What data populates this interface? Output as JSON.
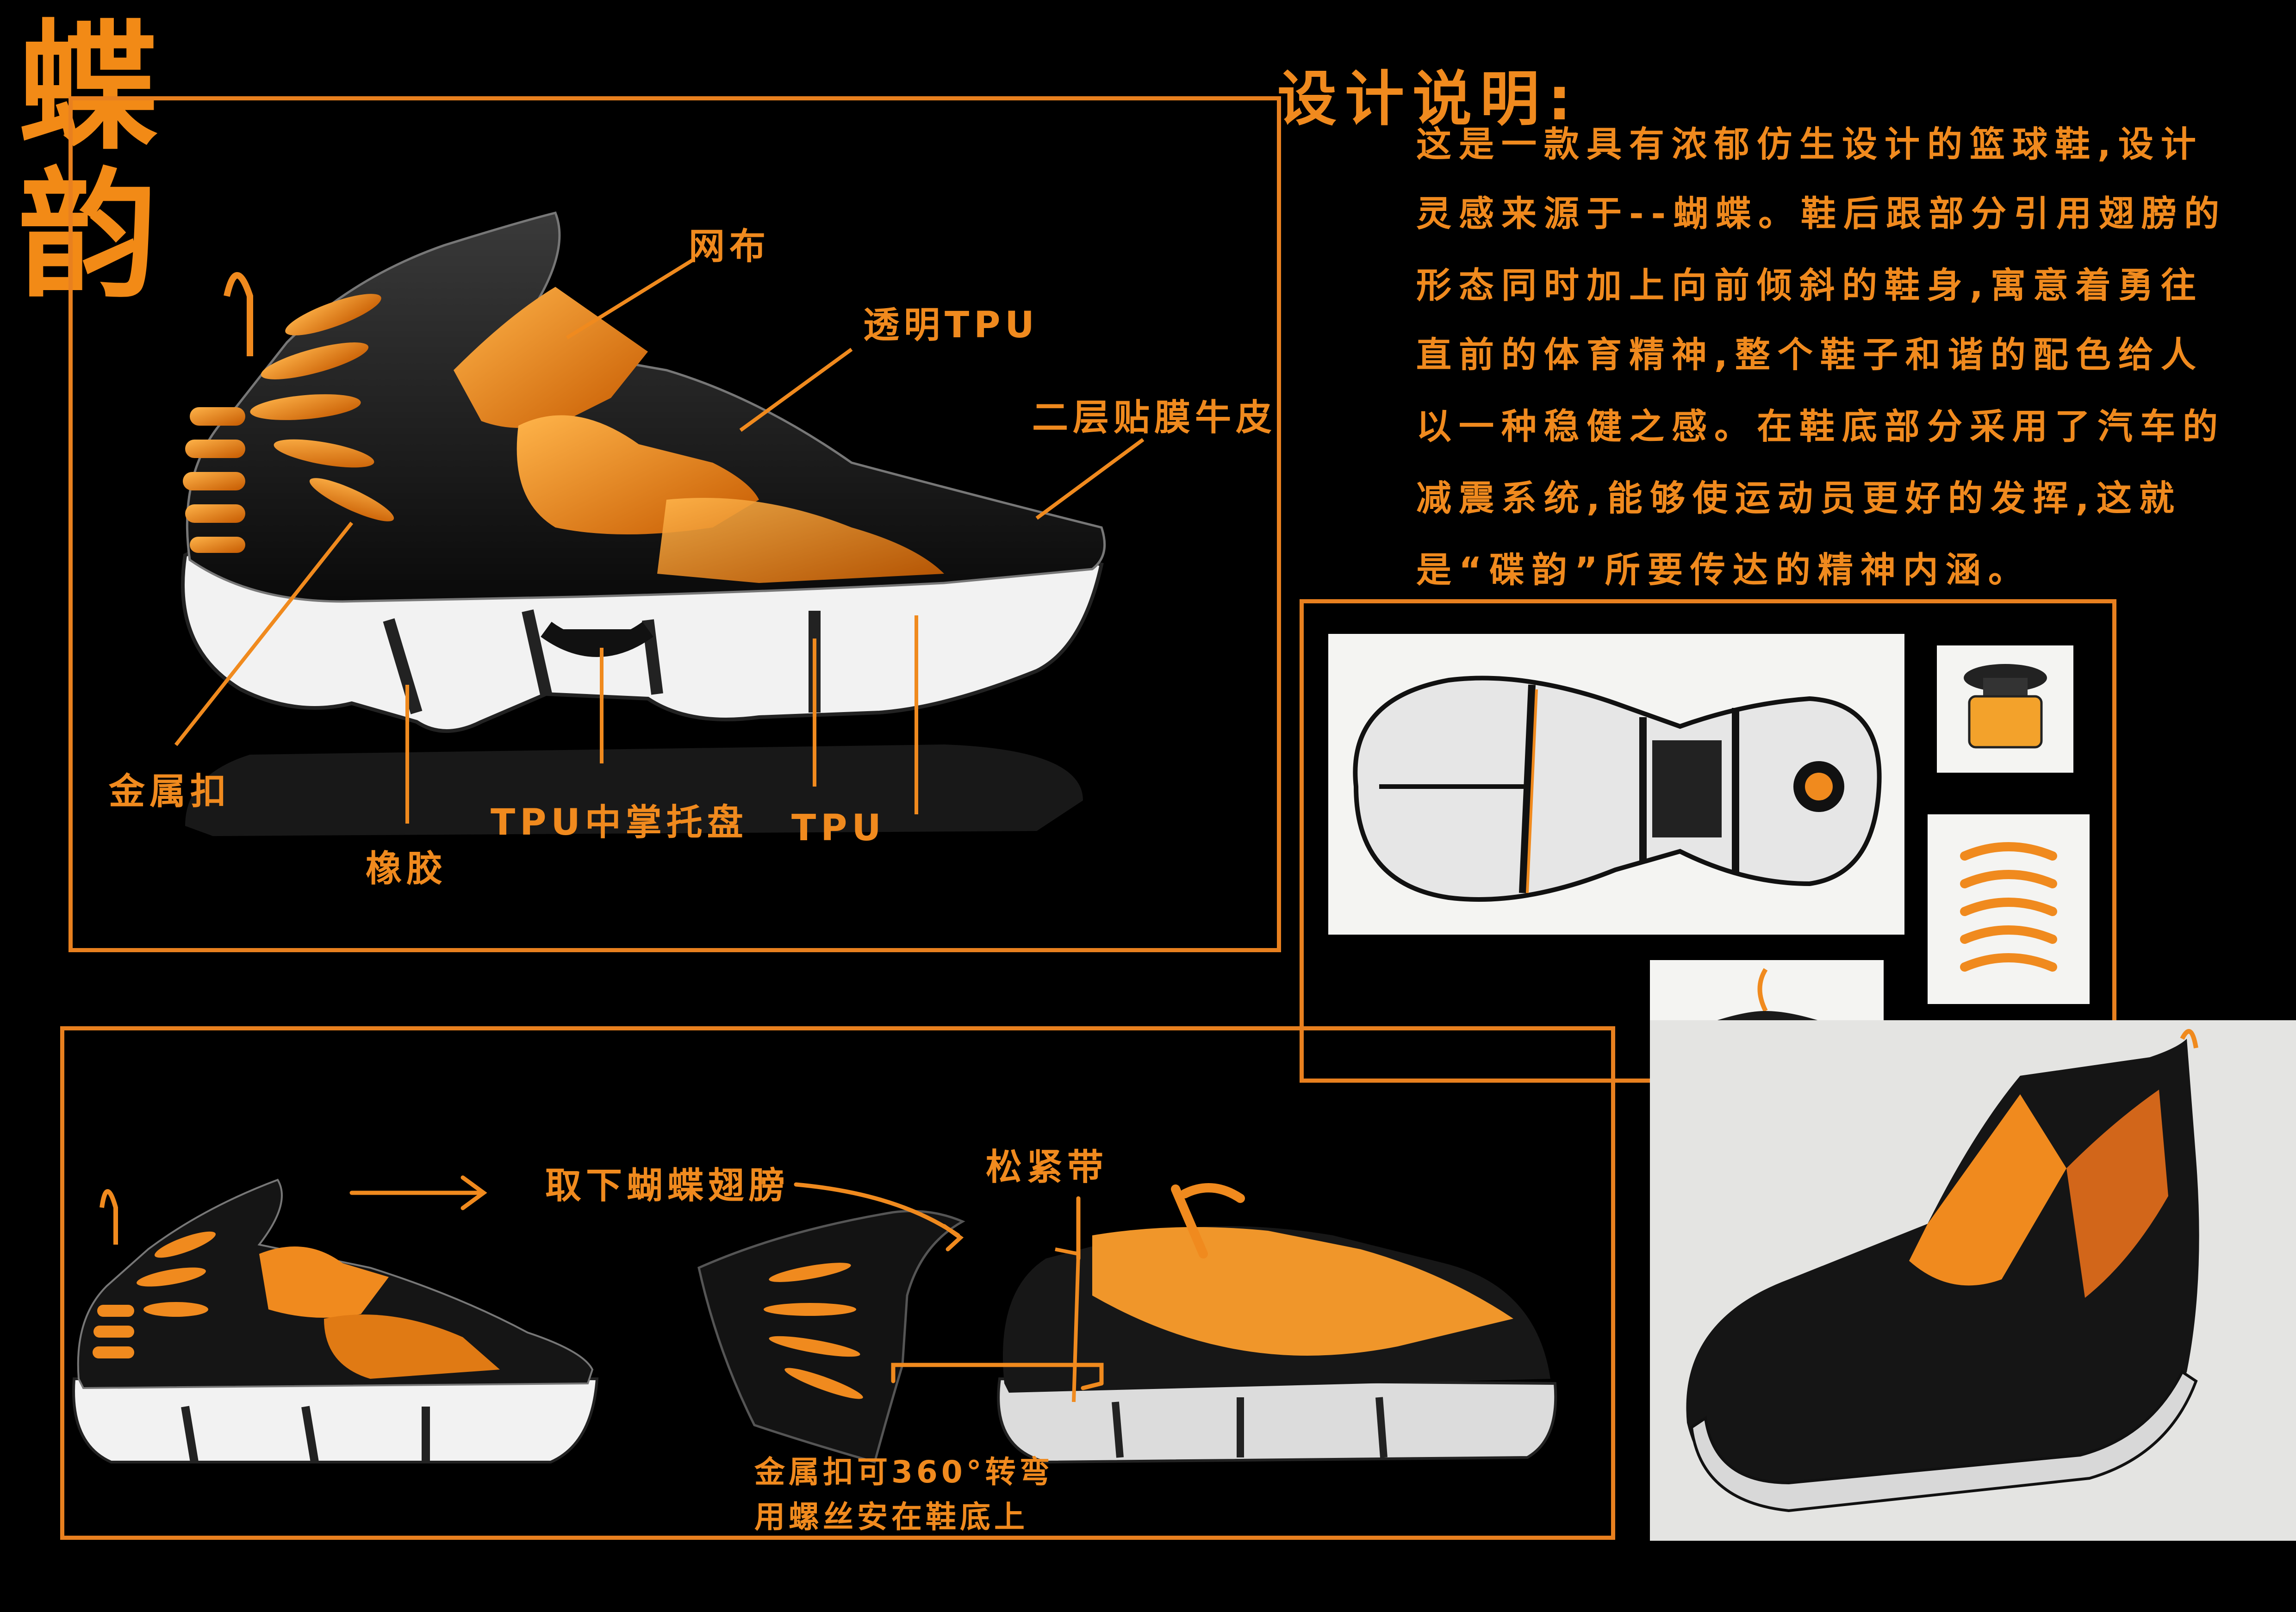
{
  "title": {
    "char1": "蝶",
    "char2": "韵"
  },
  "main_view": {
    "labels": {
      "mesh": "网布",
      "clear_tpu": "透明TPU",
      "leather": "二层贴膜牛皮",
      "metal_buckle": "金属扣",
      "rubber": "橡胶",
      "tpu_shank": "TPU中掌托盘",
      "tpu": "TPU"
    }
  },
  "description": {
    "heading": "设计说明:",
    "lines": [
      "这是一款具有浓郁仿生设计的篮球鞋,设计",
      "灵感来源于--蝴蝶。鞋后跟部分引用翅膀的",
      "形态同时加上向前倾斜的鞋身,寓意着勇往",
      "直前的体育精神,整个鞋子和谐的配色给人",
      "以一种稳健之感。在鞋底部分采用了汽车的",
      "减震系统,能够使运动员更好的发挥,这就",
      "是“碟韵”所要传达的精神内涵。"
    ]
  },
  "detachable_view": {
    "labels": {
      "remove_wings": "取下蝴蝶翅膀",
      "elastic_band": "松紧带",
      "buckle_rotate": "金属扣可360°转弯",
      "screw_mount": "用螺丝安在鞋底上"
    }
  },
  "colors": {
    "accent": "#f08a1e",
    "background": "#000000",
    "sole_white": "#f2f2f2",
    "shoe_black": "#141414"
  },
  "icons": [
    "arrow-right-icon",
    "arrow-curve-icon"
  ]
}
